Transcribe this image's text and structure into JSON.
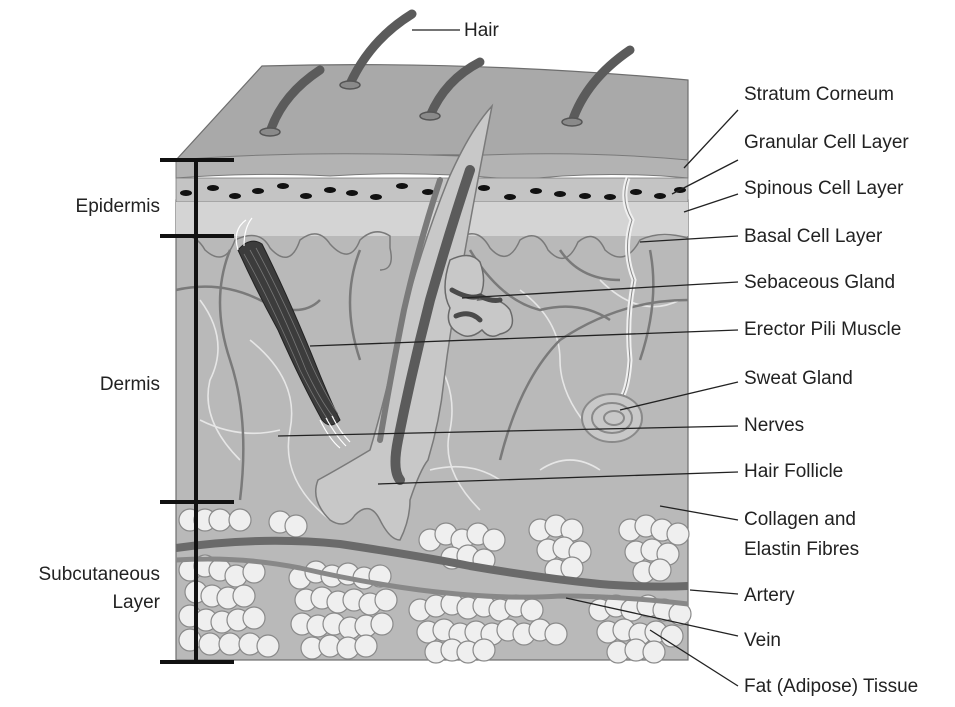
{
  "diagram": {
    "labels": {
      "hair": "Hair",
      "stratum_corneum": "Stratum Corneum",
      "granular_cell_layer": "Granular Cell Layer",
      "spinous_cell_layer": "Spinous Cell Layer",
      "basal_cell_layer": "Basal Cell Layer",
      "sebaceous_gland": "Sebaceous Gland",
      "erector_pili_muscle": "Erector Pili Muscle",
      "sweat_gland": "Sweat Gland",
      "nerves": "Nerves",
      "hair_follicle": "Hair Follicle",
      "collagen_line1": "Collagen and",
      "collagen_line2": "Elastin Fibres",
      "artery": "Artery",
      "vein": "Vein",
      "fat_tissue": "Fat (Adipose) Tissue",
      "epidermis": "Epidermis",
      "dermis": "Dermis",
      "subcutaneous_line1": "Subcutaneous",
      "subcutaneous_line2": "Layer"
    },
    "colors": {
      "dermis_fill": "#b9b9b9",
      "top_fill": "#a9a9a9",
      "epidermis_fill": "#d4d4d4",
      "hair_fill": "#5b5b5b",
      "muscle_fill": "#3c3c3c",
      "fat_fill": "#efefef",
      "vessel": "#6a6a6a"
    }
  }
}
